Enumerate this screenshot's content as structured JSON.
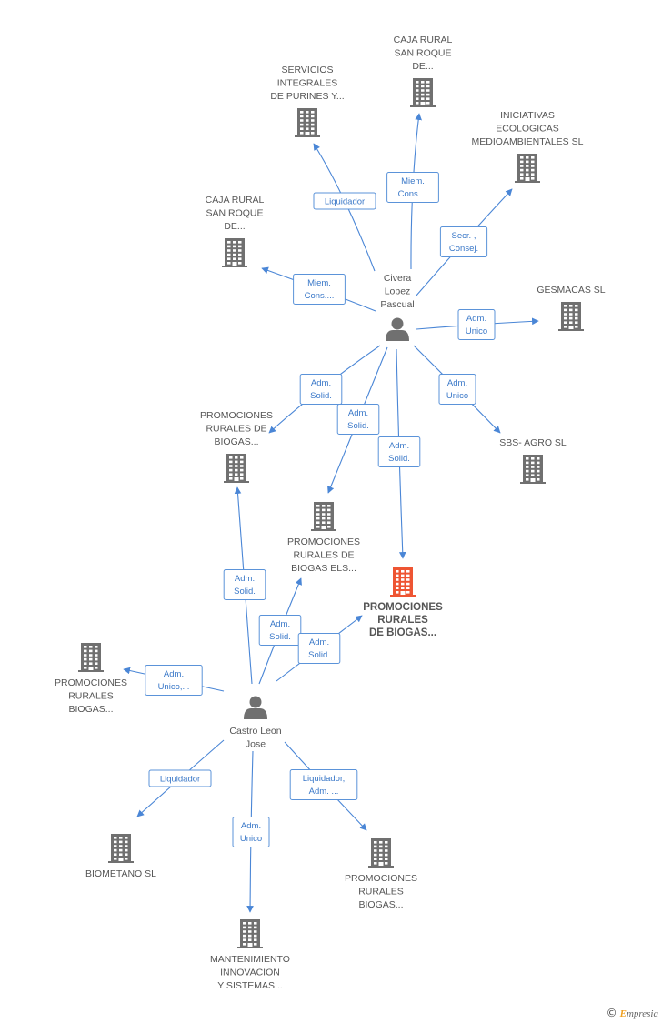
{
  "colors": {
    "edge": "#4a86d6",
    "label_border": "#5b93d9",
    "building": "#707070",
    "building_highlight": "#ee5533",
    "person": "#707070"
  },
  "nodes": [
    {
      "id": "caja1",
      "type": "company",
      "label": [
        "CAJA RURAL",
        "SAN ROQUE",
        "DE..."
      ]
    },
    {
      "id": "servicios",
      "type": "company",
      "label": [
        "SERVICIOS",
        "INTEGRALES",
        "DE PURINES Y..."
      ]
    },
    {
      "id": "iniciativas",
      "type": "company",
      "label": [
        "INICIATIVAS",
        "ECOLOGICAS",
        "MEDIOAMBIENTALES SL"
      ]
    },
    {
      "id": "caja2",
      "type": "company",
      "label": [
        "CAJA RURAL",
        "SAN ROQUE",
        "DE..."
      ]
    },
    {
      "id": "gesmacas",
      "type": "company",
      "label": [
        "GESMACAS SL"
      ]
    },
    {
      "id": "civera",
      "type": "person",
      "label": [
        "Civera",
        "Lopez",
        "Pascual"
      ]
    },
    {
      "id": "promo1",
      "type": "company",
      "label": [
        "PROMOCIONES",
        "RURALES DE",
        "BIOGAS..."
      ]
    },
    {
      "id": "sbs",
      "type": "company",
      "label": [
        "SBS- AGRO SL"
      ]
    },
    {
      "id": "promo_els",
      "type": "company",
      "label": [
        "PROMOCIONES",
        "RURALES DE",
        "BIOGAS ELS..."
      ]
    },
    {
      "id": "main",
      "type": "company",
      "highlight": true,
      "label": [
        "PROMOCIONES",
        "RURALES",
        "DE BIOGAS..."
      ]
    },
    {
      "id": "promo_left",
      "type": "company",
      "label": [
        "PROMOCIONES",
        "RURALES",
        "BIOGAS..."
      ]
    },
    {
      "id": "castro",
      "type": "person",
      "label": [
        "Castro Leon",
        "Jose"
      ]
    },
    {
      "id": "biometano",
      "type": "company",
      "label": [
        "BIOMETANO SL"
      ]
    },
    {
      "id": "promo_br",
      "type": "company",
      "label": [
        "PROMOCIONES",
        "RURALES",
        "BIOGAS..."
      ]
    },
    {
      "id": "mantenimiento",
      "type": "company",
      "label": [
        "MANTENIMIENTO",
        "INNOVACION",
        "Y SISTEMAS..."
      ]
    }
  ],
  "edges": [
    {
      "from": "civera",
      "to": "servicios",
      "label": [
        "Liquidador"
      ]
    },
    {
      "from": "civera",
      "to": "caja1",
      "label": [
        "Miem.",
        "Cons...."
      ]
    },
    {
      "from": "civera",
      "to": "iniciativas",
      "label": [
        "Secr. ,",
        "Consej."
      ]
    },
    {
      "from": "civera",
      "to": "caja2",
      "label": [
        "Miem.",
        "Cons...."
      ]
    },
    {
      "from": "civera",
      "to": "gesmacas",
      "label": [
        "Adm.",
        "Unico"
      ]
    },
    {
      "from": "civera",
      "to": "promo1",
      "label": [
        "Adm.",
        "Solid."
      ]
    },
    {
      "from": "civera",
      "to": "promo_els",
      "label": [
        "Adm.",
        "Solid."
      ]
    },
    {
      "from": "civera",
      "to": "main",
      "label": [
        "Adm.",
        "Solid."
      ]
    },
    {
      "from": "civera",
      "to": "sbs",
      "label": [
        "Adm.",
        "Unico"
      ]
    },
    {
      "from": "castro",
      "to": "promo1",
      "label": [
        "Adm.",
        "Solid."
      ]
    },
    {
      "from": "castro",
      "to": "promo_els",
      "label": [
        "Adm.",
        "Solid."
      ]
    },
    {
      "from": "castro",
      "to": "main",
      "label": [
        "Adm.",
        "Solid."
      ]
    },
    {
      "from": "castro",
      "to": "promo_left",
      "label": [
        "Adm.",
        "Unico,..."
      ]
    },
    {
      "from": "castro",
      "to": "biometano",
      "label": [
        "Liquidador"
      ]
    },
    {
      "from": "castro",
      "to": "mantenimiento",
      "label": [
        "Adm.",
        "Unico"
      ]
    },
    {
      "from": "castro",
      "to": "promo_br",
      "label": [
        "Liquidador,",
        "Adm. ..."
      ]
    }
  ],
  "brand": {
    "copyright": "©",
    "first": "E",
    "rest": "mpresia"
  }
}
